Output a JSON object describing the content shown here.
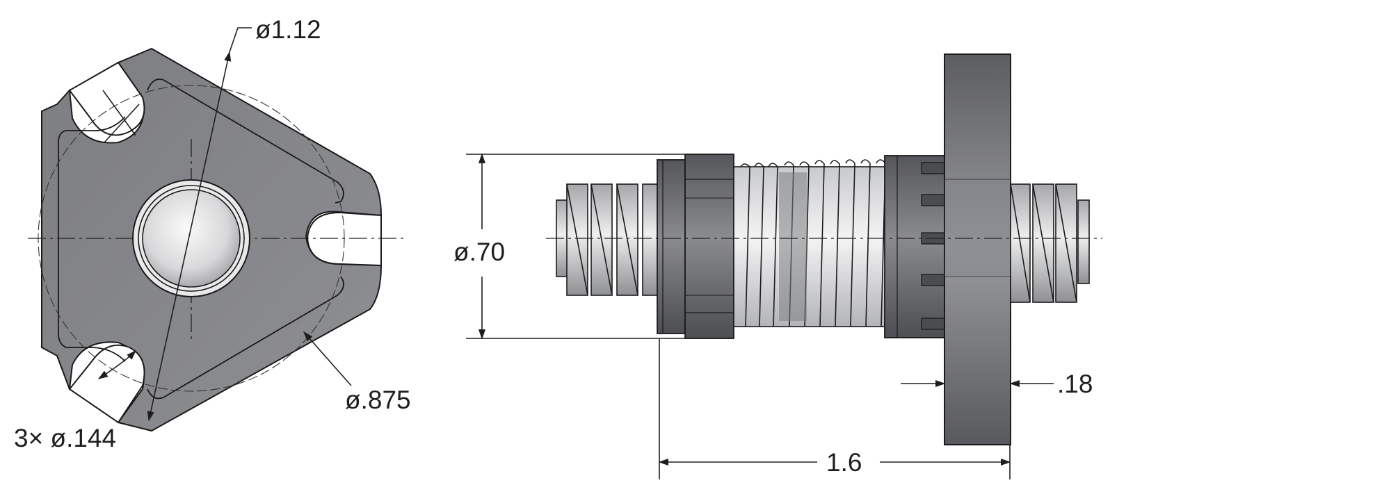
{
  "drawing": {
    "front_view": {
      "hole_count_label": "3× ø.144",
      "pitch_circle_label": "ø1.12",
      "bolt_circle_label": "ø.875"
    },
    "side_view": {
      "diameter_label": "ø.70",
      "length_label": "1.6",
      "flange_thickness_label": ".18"
    },
    "colors": {
      "body_dark": "#6e6f72",
      "body_mid": "#8d8e91",
      "thread_light": "#d2d3d5",
      "spring_light": "#e4e5e7",
      "line": "#1e1e1e"
    }
  }
}
